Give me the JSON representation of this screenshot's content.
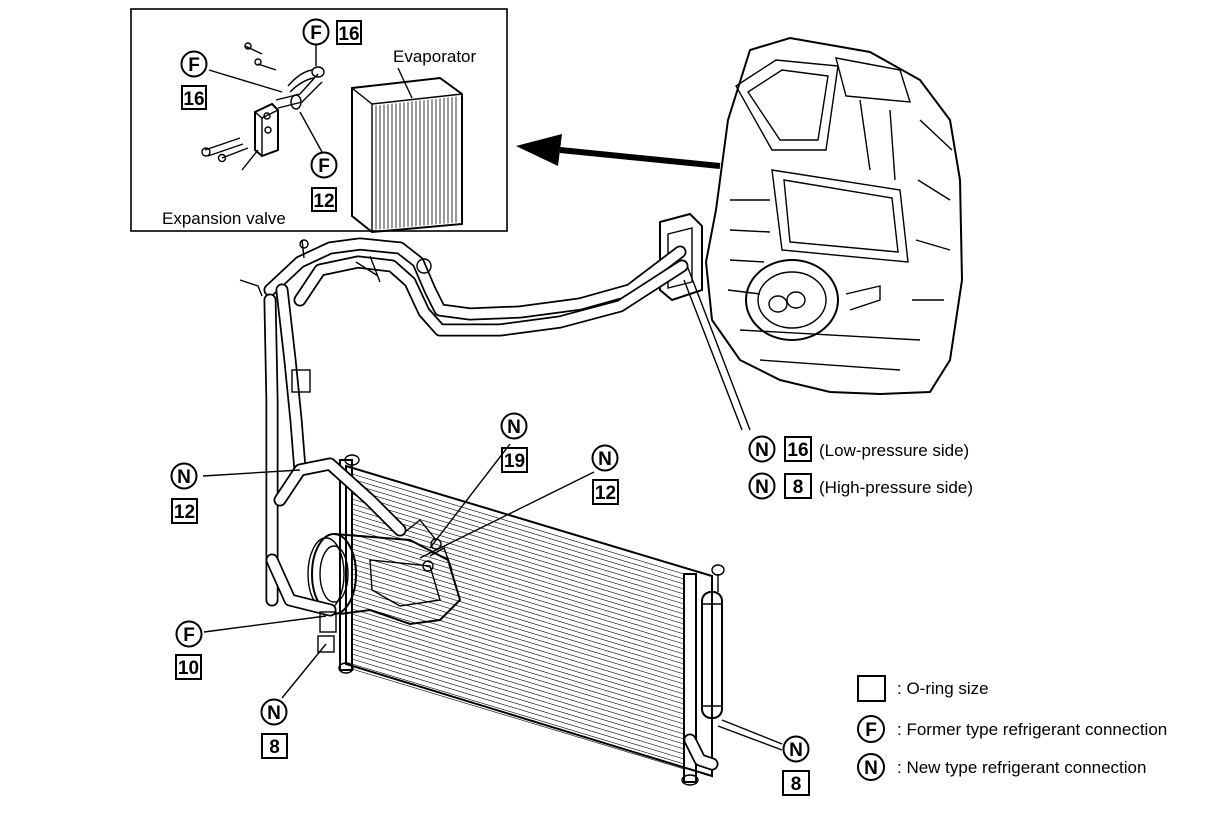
{
  "inset": {
    "evaporator_label": "Evaporator",
    "expansion_valve_label": "Expansion valve"
  },
  "callouts": {
    "inset_f_16_top": {
      "type": "F",
      "size": "16"
    },
    "inset_f_16_left": {
      "type": "F",
      "size": "16"
    },
    "inset_f_12": {
      "type": "F",
      "size": "12"
    },
    "low_pressure": {
      "type": "N",
      "size": "16",
      "text": "(Low-pressure side)"
    },
    "high_pressure": {
      "type": "N",
      "size": "8",
      "text": "(High-pressure side)"
    },
    "comp_n_19": {
      "type": "N",
      "size": "19"
    },
    "comp_n_12_right": {
      "type": "N",
      "size": "12"
    },
    "left_n_12": {
      "type": "N",
      "size": "12"
    },
    "left_f_10": {
      "type": "F",
      "size": "10"
    },
    "bottom_n_8": {
      "type": "N",
      "size": "8"
    },
    "receiver_n_8": {
      "type": "N",
      "size": "8"
    }
  },
  "legend": {
    "oring": ": O-ring size",
    "former_symbol": "F",
    "former": ": Former type refrigerant connection",
    "new_symbol": "N",
    "new": ": New type refrigerant connection"
  },
  "colors": {
    "line": "#000000",
    "background": "#ffffff"
  }
}
